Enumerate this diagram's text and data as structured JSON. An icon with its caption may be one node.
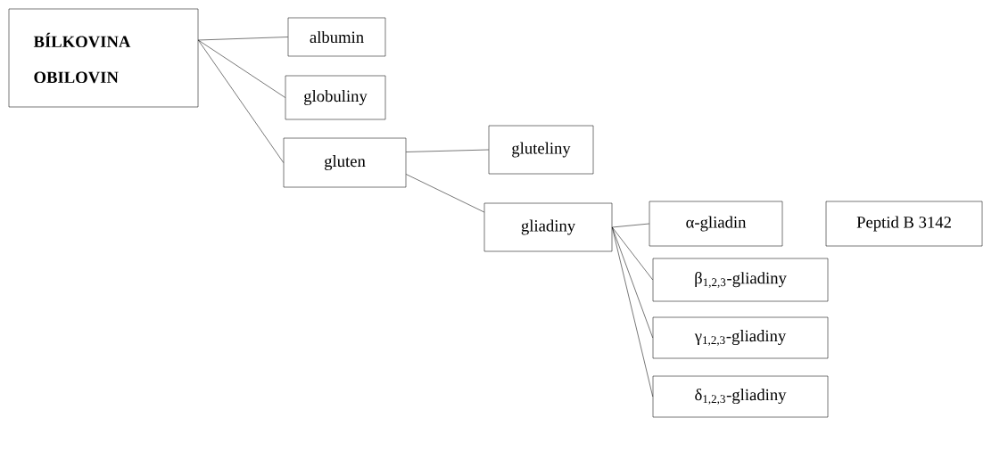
{
  "diagram": {
    "nodes": [
      {
        "text": [
          "BÍLKOVINA OBILOVIN"
        ]
      },
      {
        "text": [
          "albumin"
        ]
      },
      {
        "text": [
          "globuliny"
        ]
      },
      {
        "text": [
          "gluten"
        ]
      },
      {
        "text": [
          "gluteliny"
        ]
      },
      {
        "text": [
          "gliadiny"
        ]
      },
      {
        "text": [
          "α-gliadin"
        ]
      },
      {
        "text": [
          "Peptid B 3142"
        ]
      },
      {
        "text": [
          "β$_{1,2,3}$-gliadiny"
        ]
      },
      {
        "text": [
          "γ$_{1,2,3}$-gliadiny"
        ]
      },
      {
        "text": [
          "δ$_{1,2,3}$-gliadiny"
        ]
      }
    ],
    "edges": [
      {
        "from": 0,
        "to": 1,
        "arrow": "none"
      },
      {
        "from": 0,
        "to": 2,
        "arrow": "none"
      },
      {
        "from": 0,
        "to": 3,
        "arrow": "none"
      },
      {
        "from": 3,
        "to": 4,
        "arrow": "none"
      },
      {
        "from": 3,
        "to": 5,
        "arrow": "none"
      },
      {
        "from": 5,
        "to": 6,
        "arrow": "none"
      },
      {
        "from": 5,
        "to": 8,
        "arrow": "none"
      },
      {
        "from": 5,
        "to": 9,
        "arrow": "none"
      },
      {
        "from": 5,
        "to": 10,
        "arrow": "none"
      }
    ]
  }
}
